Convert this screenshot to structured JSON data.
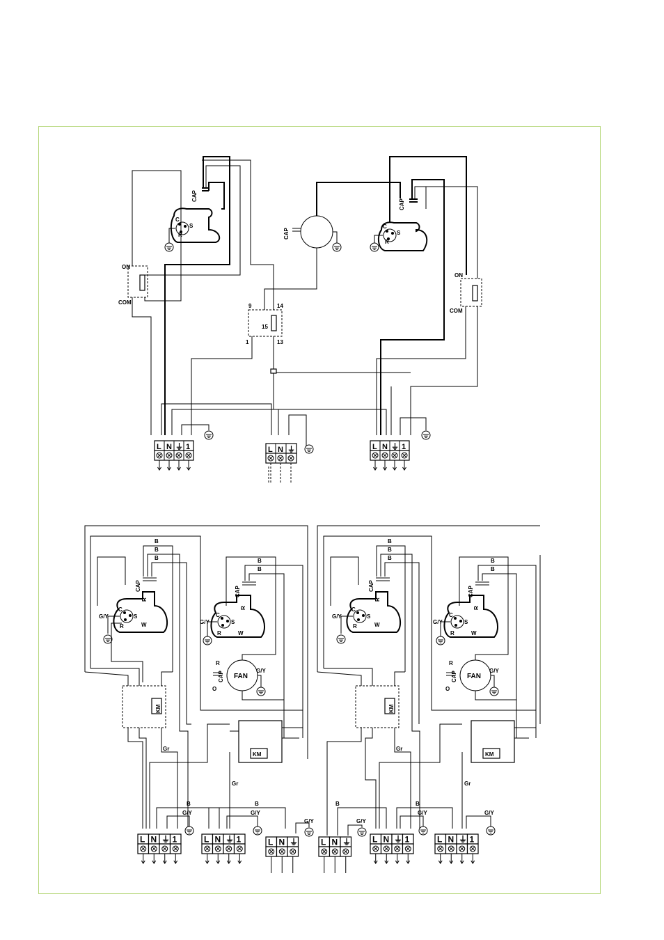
{
  "colors": {
    "frame_border": "#b5d77a",
    "line": "#000000",
    "background": "#ffffff"
  },
  "top_diagram": {
    "left_unit": {
      "cap": "CAP",
      "c": "C",
      "r": "R",
      "s": "S",
      "switch_on": "ON",
      "switch_com": "COM"
    },
    "right_unit": {
      "cap": "CAP",
      "c": "C",
      "r": "R",
      "s": "S",
      "switch_on": "ON",
      "switch_com": "COM"
    },
    "motor": {
      "cap": "CAP"
    },
    "relay": {
      "pin_9": "9",
      "pin_14": "14",
      "pin_15": "15",
      "pin_1": "1",
      "pin_13": "13"
    },
    "terminal_left": [
      "L",
      "N",
      "⏚",
      "1"
    ],
    "terminal_mid": [
      "L",
      "N",
      "⏚"
    ],
    "terminal_right": [
      "L",
      "N",
      "⏚",
      "1"
    ]
  },
  "bottom_diagram": {
    "compressor_unit": {
      "cap": "CAP",
      "c": "C",
      "r": "R",
      "s": "S",
      "w": "W",
      "gy": "G/Y",
      "b": "B"
    },
    "fan_unit": {
      "cap": "CAP",
      "c": "C",
      "r": "R",
      "s": "S",
      "w": "W",
      "gy": "G/Y",
      "b": "B"
    },
    "fan_motor": {
      "label": "FAN",
      "cap": "CAP",
      "r": "R",
      "o": "O",
      "gy": "G/Y"
    },
    "contactor": "KM",
    "wire_gr": "Gr",
    "wire_b": "B",
    "wire_gy": "G/Y",
    "terminal_4": [
      "L",
      "N",
      "⏚",
      "1"
    ],
    "terminal_3": [
      "L",
      "N",
      "⏚"
    ]
  }
}
